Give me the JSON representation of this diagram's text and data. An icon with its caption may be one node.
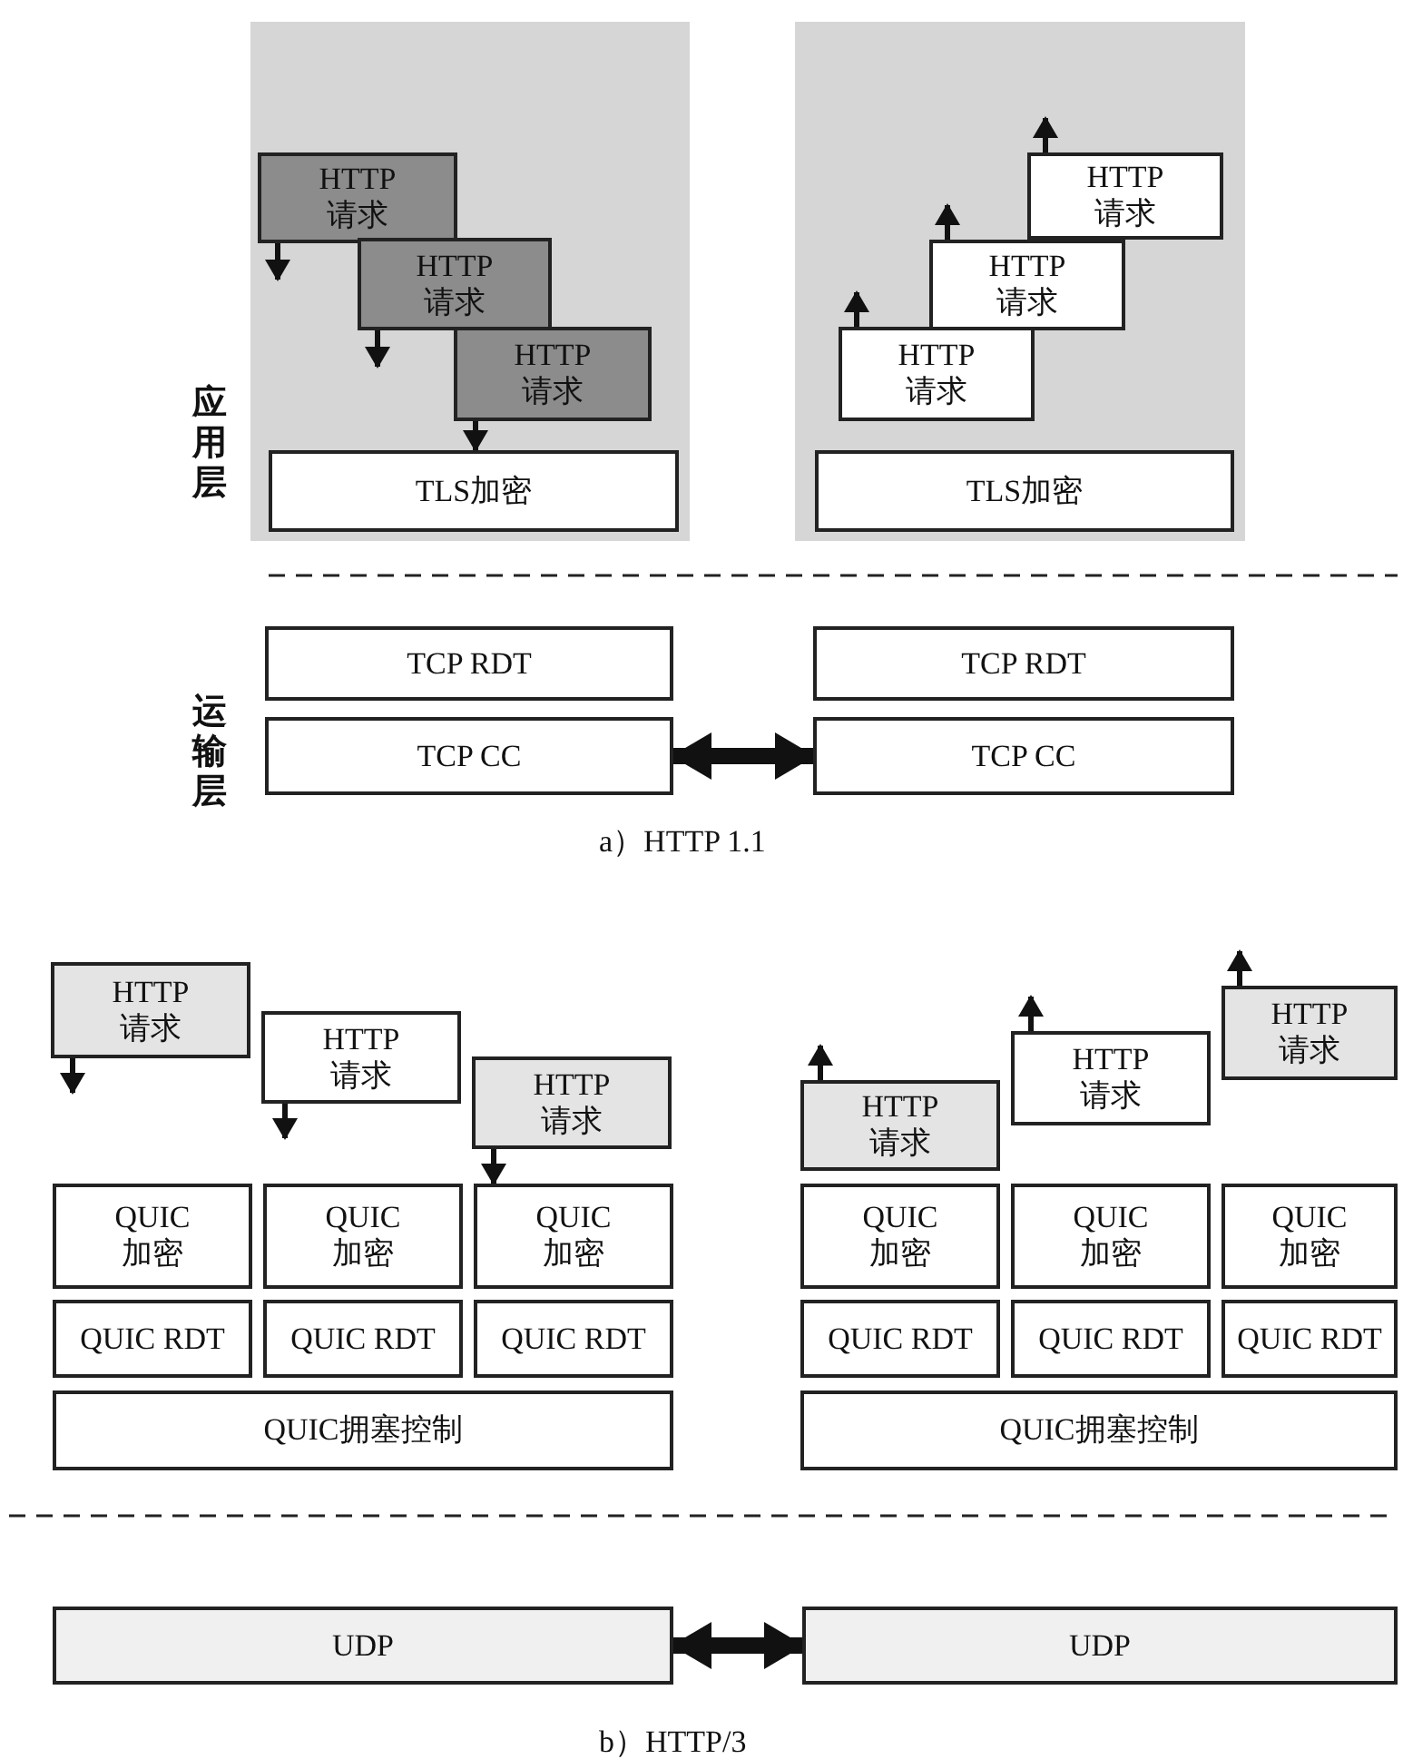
{
  "diagram": {
    "nodes": [
      {
        "text": [
          "HTTP请求"
        ]
      },
      {
        "text": [
          "HTTP请求"
        ]
      },
      {
        "text": [
          "HTTP请求"
        ]
      },
      {
        "text": [
          "TLS加密"
        ]
      },
      {
        "text": [
          "TCP RDT"
        ]
      },
      {
        "text": [
          "TCP CC"
        ]
      },
      {
        "text": [
          "HTTP请求"
        ]
      },
      {
        "text": [
          "HTTP请求"
        ]
      },
      {
        "text": [
          "HTTP请求"
        ]
      },
      {
        "text": [
          "TLS加密"
        ]
      },
      {
        "text": [
          "TCP RDT"
        ]
      },
      {
        "text": [
          "TCP CC"
        ]
      },
      {
        "text": [
          "HTTP请求"
        ]
      },
      {
        "text": [
          "HTTP请求"
        ]
      },
      {
        "text": [
          "HTTP请求"
        ]
      },
      {
        "text": [
          "QUIC加密"
        ]
      },
      {
        "text": [
          "QUIC加密"
        ]
      },
      {
        "text": [
          "QUIC加密"
        ]
      },
      {
        "text": [
          "QUIC RDT"
        ]
      },
      {
        "text": [
          "QUIC RDT"
        ]
      },
      {
        "text": [
          "QUIC RDT"
        ]
      },
      {
        "text": [
          "QUIC拥塞控制"
        ]
      },
      {
        "text": [
          "HTTP请求"
        ]
      },
      {
        "text": [
          "HTTP请求"
        ]
      },
      {
        "text": [
          "HTTP请求"
        ]
      },
      {
        "text": [
          "QUIC加密"
        ]
      },
      {
        "text": [
          "QUIC加密"
        ]
      },
      {
        "text": [
          "QUIC加密"
        ]
      },
      {
        "text": [
          "QUIC RDT"
        ]
      },
      {
        "text": [
          "QUIC RDT"
        ]
      },
      {
        "text": [
          "QUIC RDT"
        ]
      },
      {
        "text": [
          "QUIC拥塞控制"
        ]
      },
      {
        "text": [
          "UDP"
        ]
      },
      {
        "text": [
          "UDP"
        ]
      }
    ],
    "edges": [
      {
        "from": 0,
        "to": null,
        "arrow": "to"
      },
      {
        "from": 1,
        "to": null,
        "arrow": "to"
      },
      {
        "from": 2,
        "to": 3,
        "arrow": "to"
      },
      {
        "from": 6,
        "to": null,
        "arrow": "to"
      },
      {
        "from": 7,
        "to": null,
        "arrow": "to"
      },
      {
        "from": 8,
        "to": null,
        "arrow": "to"
      },
      {
        "from": 5,
        "to": 11,
        "arrow": "both",
        "style": "thick"
      },
      {
        "from": 12,
        "to": null,
        "arrow": "to"
      },
      {
        "from": 13,
        "to": null,
        "arrow": "to"
      },
      {
        "from": 14,
        "to": 17,
        "arrow": "to"
      },
      {
        "from": 22,
        "to": null,
        "arrow": "to"
      },
      {
        "from": 23,
        "to": null,
        "arrow": "to"
      },
      {
        "from": 24,
        "to": null,
        "arrow": "to"
      },
      {
        "from": 32,
        "to": 33,
        "arrow": "both",
        "style": "thick"
      }
    ],
    "labels": [
      "应用层",
      "运输层",
      "a）HTTP 1.1",
      "b）HTTP/3"
    ]
  }
}
